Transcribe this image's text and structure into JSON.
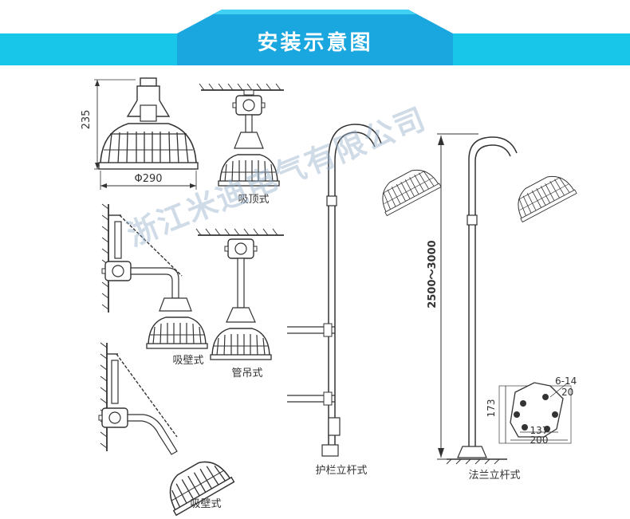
{
  "banner": {
    "title": "安装示意图",
    "color_bar": "#18c6ea",
    "color_tab": "#1aa6de"
  },
  "dimensions": {
    "lamp_height": "235",
    "lamp_diameter": "Φ290",
    "pole_height": "2500～3000",
    "flange_height": "173",
    "flange_holes": "6-14",
    "flange_thickness": "20",
    "flange_inner": "137",
    "flange_outer": "200"
  },
  "labels": {
    "ceiling": "吸顶式",
    "wall_1": "吸壁式",
    "pendant": "管吊式",
    "wall_2": "吸壁式",
    "guardrail_pole": "护栏立杆式",
    "flange_pole": "法兰立杆式"
  },
  "watermark": "浙江米迪电气有限公司"
}
